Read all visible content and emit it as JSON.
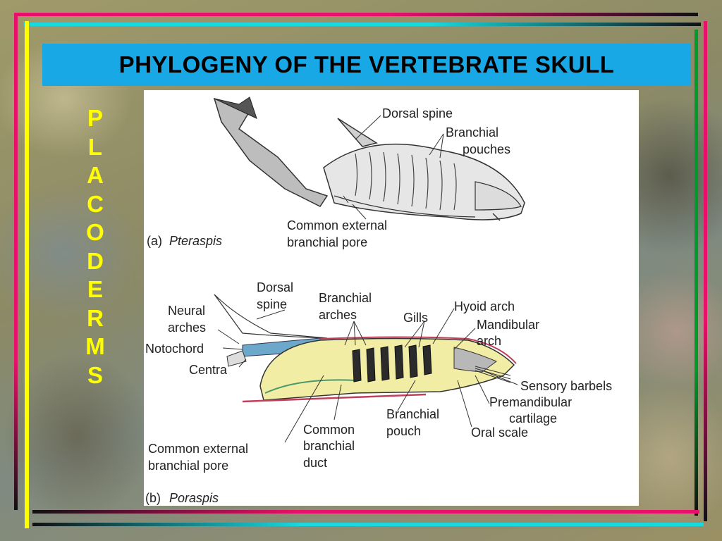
{
  "slide": {
    "title": "PHYLOGENY OF THE VERTEBRATE SKULL",
    "side_letters": [
      "P",
      "L",
      "A",
      "C",
      "O",
      "D",
      "E",
      "R",
      "M",
      "S"
    ]
  },
  "figure_a": {
    "caption_letter": "(a)",
    "caption_name": "Pteraspis",
    "labels": {
      "dorsal_spine": "Dorsal spine",
      "branchial_pouches_1": "Branchial",
      "branchial_pouches_2": "pouches",
      "pore_1": "Common external",
      "pore_2": "branchial pore"
    }
  },
  "figure_b": {
    "caption_letter": "(b)",
    "caption_name": "Poraspis",
    "labels": {
      "dorsal_spine_1": "Dorsal",
      "dorsal_spine_2": "spine",
      "branchial_arches_1": "Branchial",
      "branchial_arches_2": "arches",
      "gills": "Gills",
      "hyoid_arch": "Hyoid arch",
      "mandibular_1": "Mandibular",
      "mandibular_2": "arch",
      "neural_arches_1": "Neural",
      "neural_arches_2": "arches",
      "notochord": "Notochord",
      "centra": "Centra",
      "sensory_barbels": "Sensory barbels",
      "premandibular_1": "Premandibular",
      "premandibular_2": "cartilage",
      "branchial_pouch_1": "Branchial",
      "branchial_pouch_2": "pouch",
      "oral_scale": "Oral scale",
      "common_duct_1": "Common",
      "common_duct_2": "branchial",
      "common_duct_3": "duct",
      "pore_1": "Common external",
      "pore_2": "branchial pore"
    }
  },
  "colors": {
    "title_bar": "#18a8e6",
    "side_letters": "#ffff00",
    "frame_magenta": "#e8106a",
    "frame_cyan": "#1ad8e0",
    "frame_yellow": "#ffff00",
    "frame_green": "#009a2a"
  }
}
